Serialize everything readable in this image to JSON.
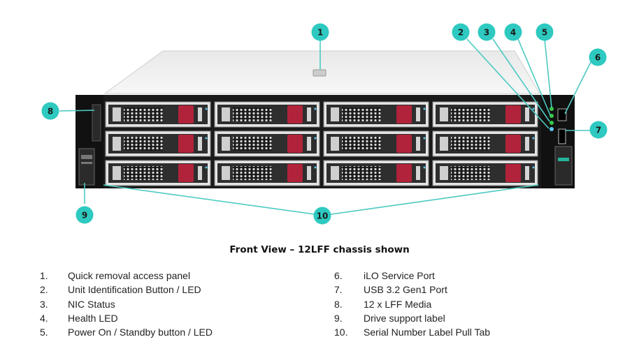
{
  "callouts": [
    "1",
    "2",
    "3",
    "4",
    "5",
    "6",
    "7",
    "8",
    "9",
    "10"
  ],
  "caption": "Front View – 12LFF chassis shown",
  "legend_left": [
    {
      "num": "1.",
      "text": "Quick removal access panel"
    },
    {
      "num": "2.",
      "text": "Unit Identification Button / LED"
    },
    {
      "num": "3.",
      "text": "NIC Status"
    },
    {
      "num": "4.",
      "text": "Health LED"
    },
    {
      "num": "5.",
      "text": "Power On / Standby button / LED"
    }
  ],
  "legend_right": [
    {
      "num": "6.",
      "text": "iLO Service Port"
    },
    {
      "num": "7.",
      "text": "USB 3.2 Gen1 Port"
    },
    {
      "num": "8.",
      "text": "12 x LFF Media"
    },
    {
      "num": "9.",
      "text": "Drive support label"
    },
    {
      "num": "10.",
      "text": "Serial Number Label Pull Tab"
    }
  ],
  "colors": {
    "callout_fill": "#2ec9c0",
    "leader": "#4cc9c1",
    "drive_latch": "#b0233a"
  }
}
